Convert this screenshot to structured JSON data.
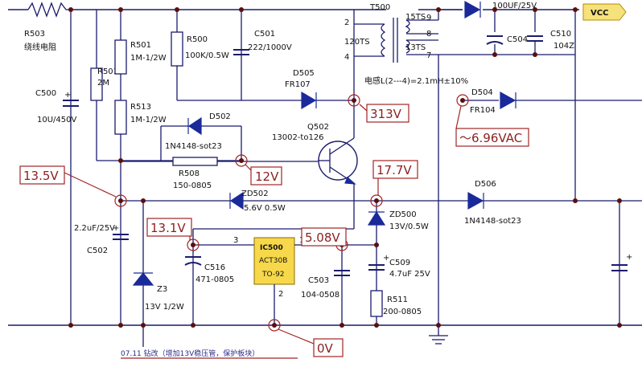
{
  "components": {
    "r503": {
      "ref": "R503",
      "desc": "绕线电阻"
    },
    "r501a": {
      "ref": "R501",
      "value": "1M-1/2W"
    },
    "r501b": {
      "ref": "R501",
      "value": "2M"
    },
    "r513": {
      "ref": "R513",
      "value": "1M-1/2W"
    },
    "r500": {
      "ref": "R500",
      "value": "100K/0.5W"
    },
    "c501": {
      "ref": "C501",
      "value": "222/1000V"
    },
    "c500": {
      "ref": "C500",
      "value": "10U/450V"
    },
    "d505": {
      "ref": "D505",
      "value": "FR107"
    },
    "d502": {
      "ref": "D502",
      "value": "1N4148-sot23"
    },
    "q502": {
      "ref": "Q502",
      "value": "13002-to126"
    },
    "r508": {
      "ref": "R508",
      "value": "150-0805"
    },
    "zd502": {
      "ref": "ZD502",
      "value": "5.6V 0.5W"
    },
    "transformer": {
      "ref": "T500",
      "pin2": "2",
      "pin4": "4",
      "pin9": "9",
      "pin8": "8",
      "pin7": "7",
      "w1": "120TS",
      "w2": "15TS",
      "w3": "13TS",
      "note": "电感L(2---4)=2.1mH±10%"
    },
    "d504": {
      "ref": "D504",
      "value": "FR104"
    },
    "c504": {
      "ref": "C504",
      "value": "100UF/25V"
    },
    "c510": {
      "ref": "C510",
      "value": "104Z"
    },
    "vcc": "VCC",
    "zd500": {
      "ref": "ZD500",
      "value": "13V/0.5W"
    },
    "d506": {
      "ref": "D506",
      "value": "1N4148-sot23"
    },
    "c502": {
      "ref": "C502",
      "value": "2.2uF/25V"
    },
    "z3": {
      "ref": "Z3",
      "value": "13V 1/2W"
    },
    "c516": {
      "ref": "C516",
      "value": "471-0805"
    },
    "ic500": {
      "ref": "IC500",
      "part": "ACT30B",
      "pkg": "TO-92",
      "pin1": "1",
      "pin2": "2",
      "pin3": "3"
    },
    "c503": {
      "ref": "C503",
      "value": "104-0508"
    },
    "c509": {
      "ref": "C509",
      "value": "4.7uF 25V"
    },
    "r511": {
      "ref": "R511",
      "value": "200-0805"
    }
  },
  "voltage_labels": {
    "v313": "313V",
    "v696": "～6.96VAC",
    "v135": "13.5V",
    "v12": "12V",
    "v177": "17.7V",
    "v131": "13.1V",
    "v508": "5.08V",
    "v0": "0V"
  },
  "bottom_note": "07.11 钻改（增加13V稳压管，保护板块）",
  "colors": {
    "wire": "#1b1b6e",
    "annotation": "#a12424",
    "diode": "#1a2a9a",
    "vcc_fill": "#f6e27a"
  }
}
